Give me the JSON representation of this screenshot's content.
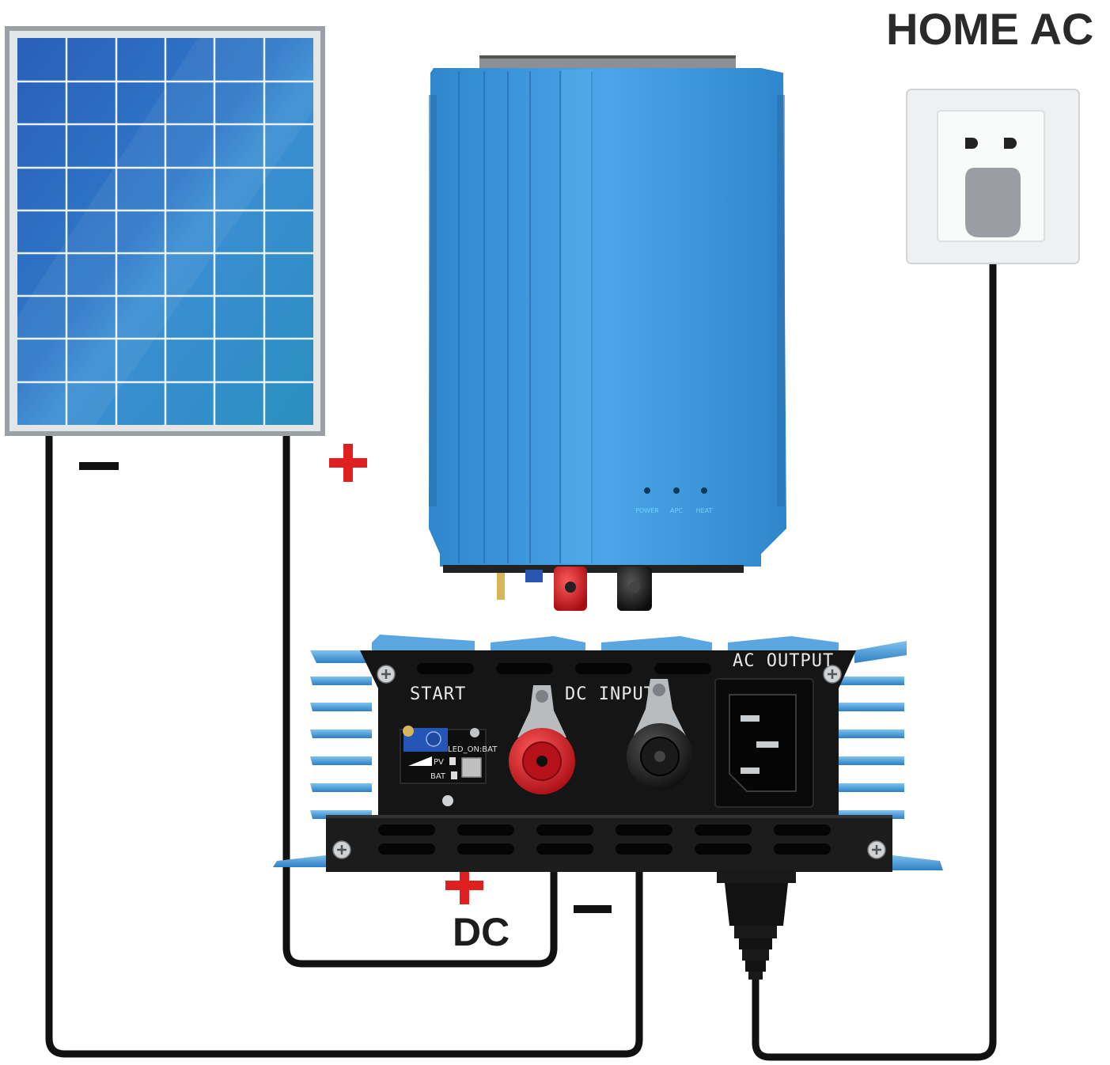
{
  "labels": {
    "home_ac": "HOME AC",
    "dc": "DC",
    "plus_symbol": "+",
    "minus_symbol": "−"
  },
  "inverter_front": {
    "indicators": [
      "POWER",
      "APC",
      "HEAT"
    ]
  },
  "inverter_panel": {
    "start": "START",
    "dc_input": "DC  INPUT",
    "ac_output": "AC  OUTPUT",
    "led_on_bat": "LED_ON:BAT",
    "pv": "PV",
    "bat": "BAT"
  },
  "colors": {
    "panel_blue": "#2f79c9",
    "inverter_blue": "#3d9be0",
    "positive_red": "#e02020",
    "wire_black": "#111111",
    "terminal_red": "#c8141e"
  },
  "icons": [
    "solar-panel-icon",
    "wall-socket-icon",
    "plug-icon",
    "screw-icon"
  ]
}
